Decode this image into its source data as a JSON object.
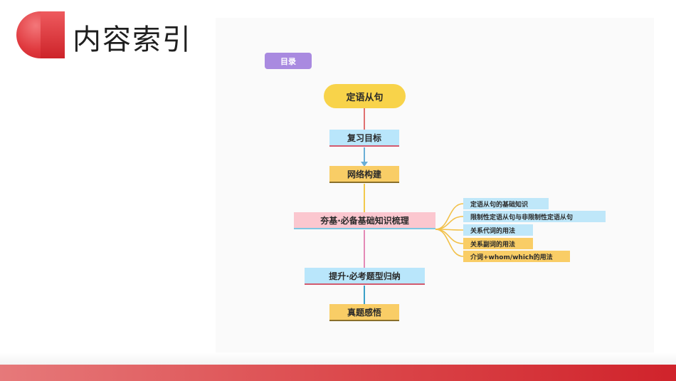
{
  "header": {
    "title": "内容索引"
  },
  "diagram": {
    "tag_label": "目录",
    "root_label": "定语从句",
    "main_nodes": [
      "复习目标",
      "网络构建",
      "夯基·必备基础知识梳理",
      "提升·必考题型归纳",
      "真题感悟"
    ],
    "sub_nodes": [
      "定语从句的基础知识",
      "限制性定语从句与非限制性定语从句",
      "关系代词的用法",
      "关系副词的用法",
      "介词+whom/which的用法"
    ],
    "colors": {
      "tag": "#a98ae0",
      "root": "#f8d34a",
      "blue_node": "#b9e6fb",
      "orange_node": "#f9cd66",
      "pink_node": "#fbc7cf",
      "accent_red": "#d0232b"
    }
  }
}
